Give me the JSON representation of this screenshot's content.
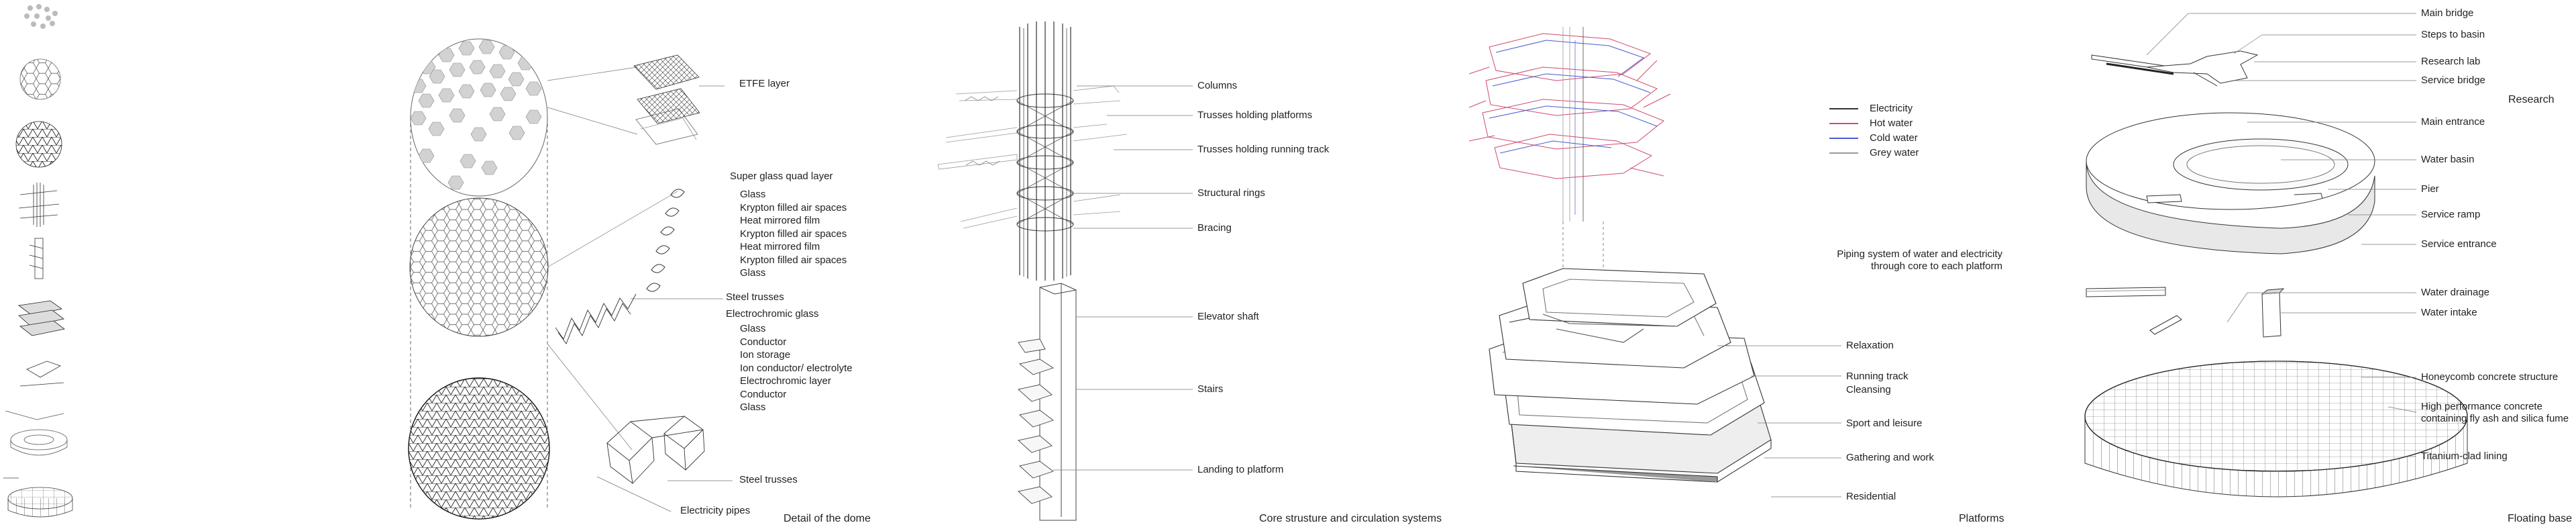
{
  "dome": {
    "caption": "Detail of the dome",
    "etfe": "ETFE layer",
    "quad_title": "Super glass quad layer",
    "quad_layers": [
      "Glass",
      "Krypton filled air spaces",
      "Heat mirrored film",
      "Krypton filled air spaces",
      "Heat mirrored film",
      "Krypton filled air spaces",
      "Glass"
    ],
    "steel_trusses_top": "Steel trusses",
    "electro_title": "Electrochromic glass",
    "electro_layers": [
      "Glass",
      "Conductor",
      "Ion storage",
      "Ion conductor/ electrolyte",
      "Electrochromic layer",
      "Conductor",
      "Glass"
    ],
    "steel_trusses_bottom": "Steel trusses",
    "electricity_pipes": "Electricity pipes"
  },
  "core": {
    "caption": "Core strusture and circulation systems",
    "labels": [
      "Columns",
      "Trusses holding platforms",
      "Trusses holding running track",
      "Structural rings",
      "Bracing",
      "Elevator shaft",
      "Stairs",
      "Landing to platform"
    ]
  },
  "platforms": {
    "caption": "Platforms",
    "legend": [
      {
        "name": "Electricity",
        "color": "#333333"
      },
      {
        "name": "Hot water",
        "color": "#d04a6a"
      },
      {
        "name": "Cold water",
        "color": "#4a5ad0"
      },
      {
        "name": "Grey water",
        "color": "#9a9a9a"
      }
    ],
    "note_line1": "Piping system of water and electricity",
    "note_line2": "through core to each platform",
    "labels": [
      "Relaxation",
      "Running track",
      "Cleansing",
      "Sport and leisure",
      "Gathering and work",
      "Residential"
    ]
  },
  "research": {
    "title": "Research",
    "labels": [
      "Main bridge",
      "Steps to basin",
      "Research lab",
      "Service bridge",
      "Main entrance",
      "Water basin",
      "Pier",
      "Service ramp",
      "Service entrance"
    ]
  },
  "base": {
    "caption": "Floating base",
    "labels": [
      "Water drainage",
      "Water intake",
      "Honeycomb concrete structure",
      "High performance concrete",
      "containing fly ash and silica fume",
      "Titanium-clad lining"
    ]
  }
}
